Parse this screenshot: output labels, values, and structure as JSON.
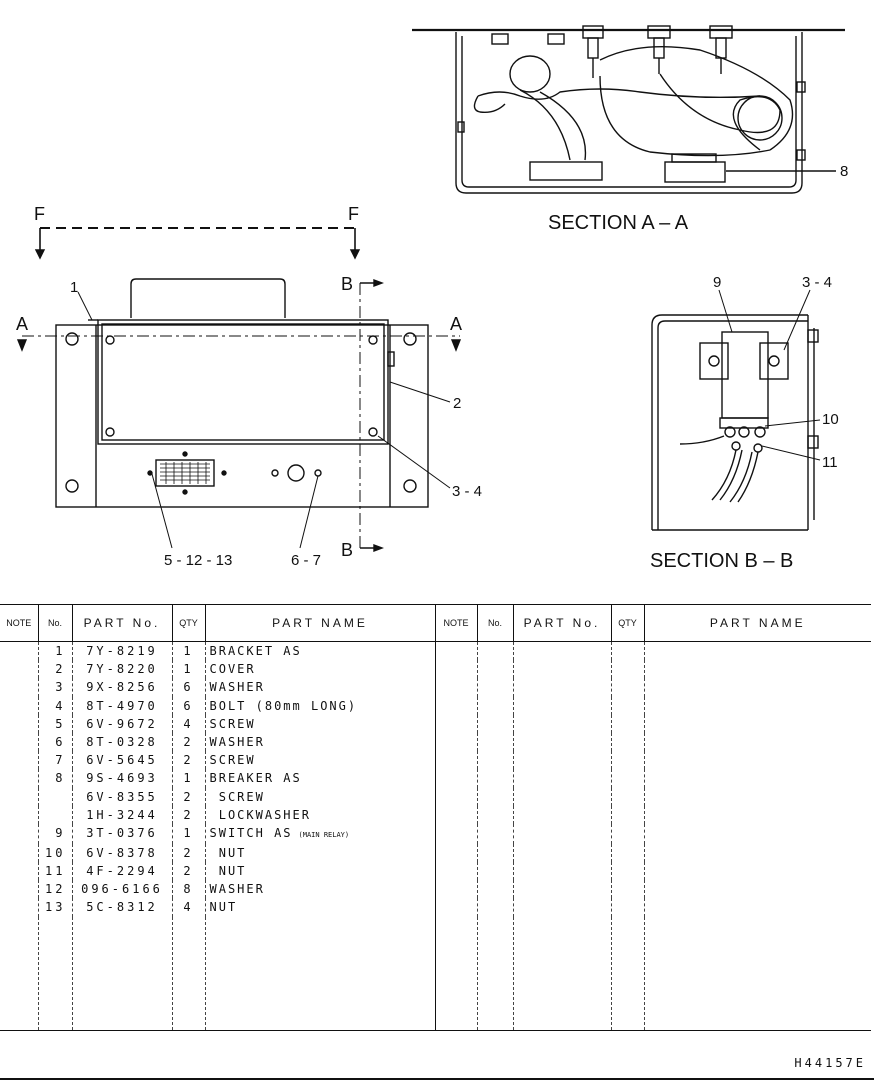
{
  "section_aa": {
    "title": "SECTION A – A",
    "callout_8": "8"
  },
  "section_bb": {
    "title": "SECTION B – B",
    "callout_9": "9",
    "callout_34": "3 - 4",
    "callout_10": "10",
    "callout_11": "11"
  },
  "main_view": {
    "marker_f_left": "F",
    "marker_f_right": "F",
    "marker_a_left": "A",
    "marker_a_right": "A",
    "marker_b_top": "B",
    "marker_b_bottom": "B",
    "callout_1": "1",
    "callout_2": "2",
    "callout_34": "3 - 4",
    "callout_51213": "5 - 12 - 13",
    "callout_67": "6 - 7"
  },
  "table": {
    "headers": {
      "note": "NOTE",
      "no": "No.",
      "part_no": "PART No.",
      "qty": "QTY",
      "part_name": "PART NAME"
    },
    "rows": [
      {
        "no": "1",
        "part_no": "7Y-8219",
        "qty": "1",
        "name": "BRACKET AS",
        "note": ""
      },
      {
        "no": "2",
        "part_no": "7Y-8220",
        "qty": "1",
        "name": "COVER",
        "note": ""
      },
      {
        "no": "3",
        "part_no": "9X-8256",
        "qty": "6",
        "name": "WASHER",
        "note": ""
      },
      {
        "no": "4",
        "part_no": "8T-4970",
        "qty": "6",
        "name": "BOLT (80mm LONG)",
        "note": ""
      },
      {
        "no": "5",
        "part_no": "6V-9672",
        "qty": "4",
        "name": "SCREW",
        "note": ""
      },
      {
        "no": "6",
        "part_no": "8T-0328",
        "qty": "2",
        "name": "WASHER",
        "note": ""
      },
      {
        "no": "7",
        "part_no": "6V-5645",
        "qty": "2",
        "name": "SCREW",
        "note": ""
      },
      {
        "no": "8",
        "part_no": "9S-4693",
        "qty": "1",
        "name": "BREAKER AS",
        "note": ""
      },
      {
        "no": "",
        "part_no": "6V-8355",
        "qty": "2",
        "name": " SCREW",
        "note": ""
      },
      {
        "no": "",
        "part_no": "1H-3244",
        "qty": "2",
        "name": " LOCKWASHER",
        "note": ""
      },
      {
        "no": "9",
        "part_no": "3T-0376",
        "qty": "1",
        "name": "SWITCH AS",
        "note": "(MAIN RELAY)"
      },
      {
        "no": "10",
        "part_no": "6V-8378",
        "qty": "2",
        "name": " NUT",
        "note": ""
      },
      {
        "no": "11",
        "part_no": "4F-2294",
        "qty": "2",
        "name": " NUT",
        "note": ""
      },
      {
        "no": "12",
        "part_no": "096-6166",
        "qty": "8",
        "name": "WASHER",
        "note": ""
      },
      {
        "no": "13",
        "part_no": "5C-8312",
        "qty": "4",
        "name": "NUT",
        "note": ""
      }
    ]
  },
  "drawing_number": "H44157E"
}
